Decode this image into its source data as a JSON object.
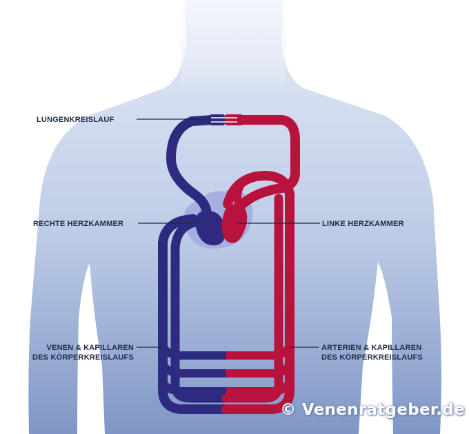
{
  "labels": {
    "pulmonary": "LUNGENKREISLAUF",
    "right_ventricle": "RECHTE HERZKAMMER",
    "left_ventricle": "LINKE HERZKAMMER",
    "veins": [
      "VENEN & KAPILLAREN",
      "DES KÖRPERKREISLAUFS"
    ],
    "arteries": [
      "ARTERIEN & KAPILLAREN",
      "DES KÖRPERKREISLAUFS"
    ]
  },
  "copyright": "© Venenratgeber.de",
  "colors": {
    "venous_blood": "#2e2a80",
    "arterial_blood": "#b8123d",
    "body_top": "#e6ecf8",
    "body_bottom": "#7f96c6",
    "heart_area": "#a6b0e0",
    "leader_line": "#1d2a44",
    "label_text": "#1d2a44"
  }
}
